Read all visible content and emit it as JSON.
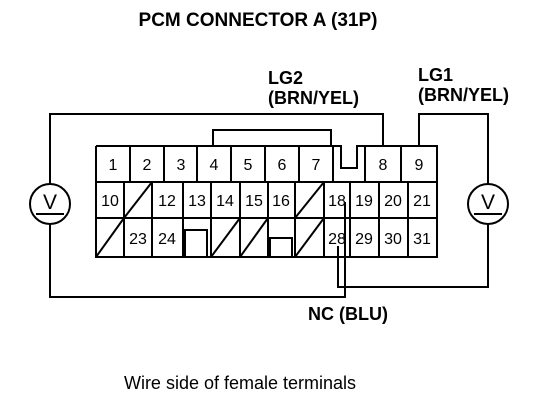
{
  "title": "PCM CONNECTOR A (31P)",
  "labels": {
    "lg2_name": "LG2",
    "lg2_color": "(BRN/YEL)",
    "lg1_name": "LG1",
    "lg1_color": "(BRN/YEL)",
    "nc": "NC (BLU)"
  },
  "meters": {
    "left_symbol": "V",
    "right_symbol": "V"
  },
  "connector": {
    "row1": [
      "1",
      "2",
      "3",
      "4",
      "5",
      "6",
      "7",
      "",
      "8",
      "9"
    ],
    "row2": [
      "10",
      "",
      "12",
      "13",
      "14",
      "15",
      "16",
      "",
      "18",
      "19",
      "20",
      "21"
    ],
    "row3": [
      "",
      "23",
      "24",
      "",
      "",
      "",
      "",
      "28",
      "29",
      "30",
      "31"
    ]
  },
  "caption": "Wire side of female terminals"
}
